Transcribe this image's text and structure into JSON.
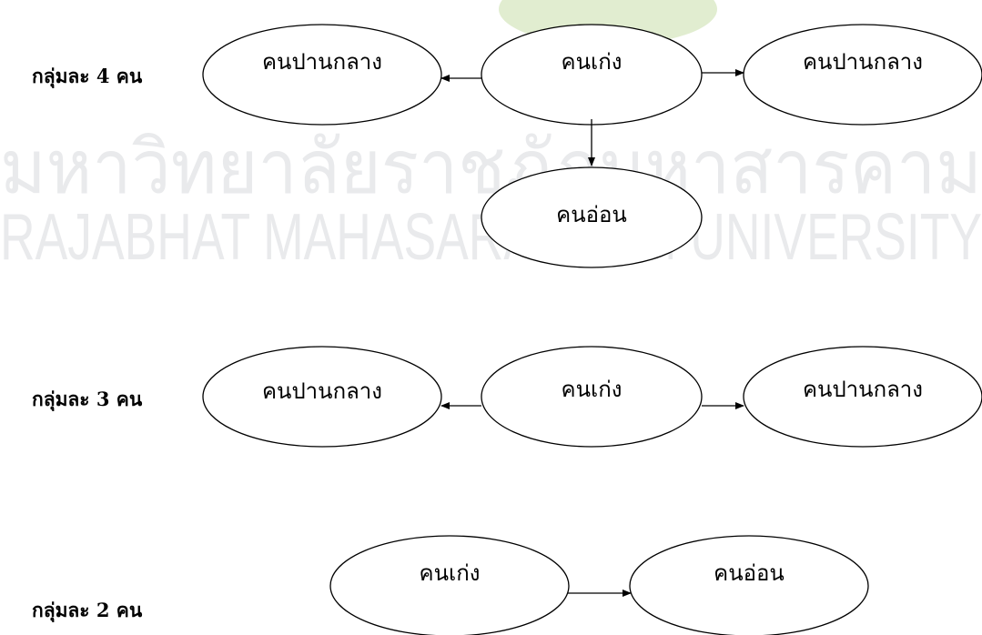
{
  "watermark": {
    "thai": "มหาวิทยาลัยราชภัฏมหาสารคาม",
    "english": "RAJABHAT MAHASARAKHAM UNIVERSITY",
    "seal_color": "#d9e8c4"
  },
  "groups": [
    {
      "label": "กลุ่มละ 4 คน",
      "nodes": {
        "left": "คนปานกลาง",
        "center": "คนเก่ง",
        "right": "คนปานกลาง",
        "bottom": "คนอ่อน"
      }
    },
    {
      "label": "กลุ่มละ 3 คน",
      "nodes": {
        "left": "คนปานกลาง",
        "center": "คนเก่ง",
        "right": "คนปานกลาง"
      }
    },
    {
      "label": "กลุ่มละ 2 คน",
      "nodes": {
        "left": "คนเก่ง",
        "right": "คนอ่อน"
      }
    }
  ],
  "colors": {
    "stroke": "#000000",
    "watermark": "#e9eaec"
  }
}
